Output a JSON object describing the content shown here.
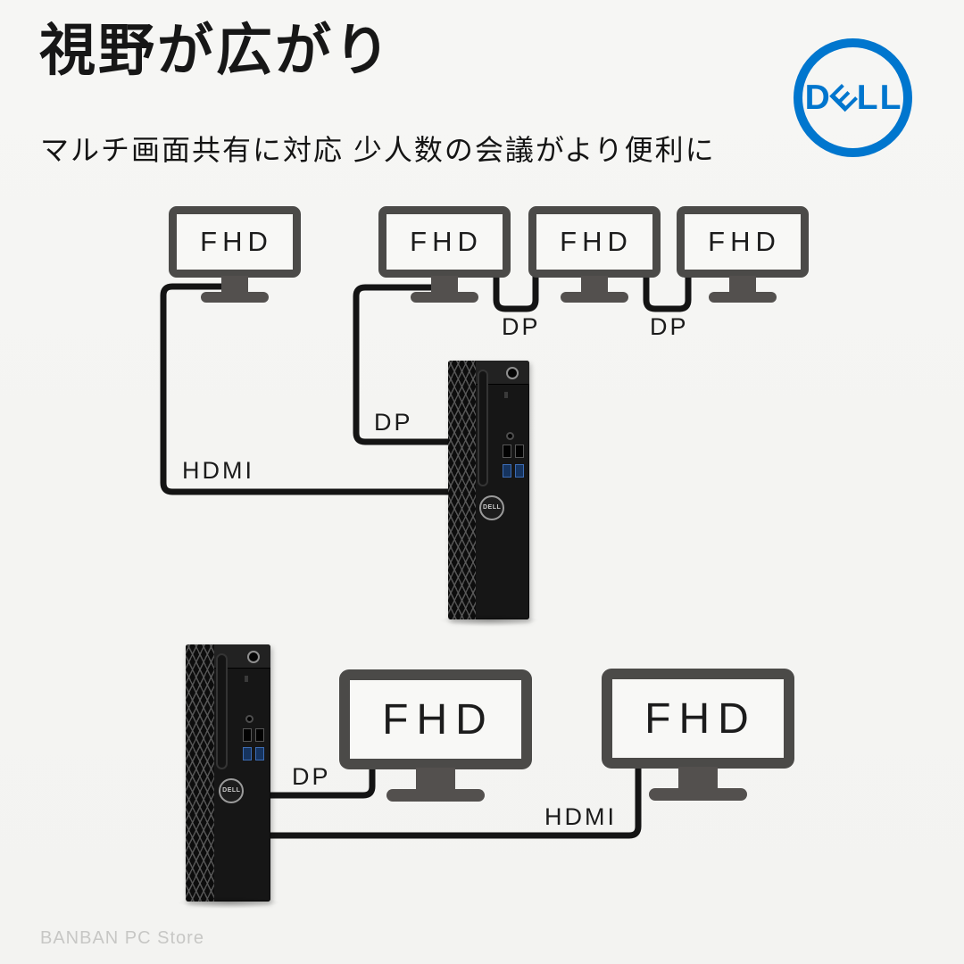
{
  "header": {
    "title": "視野が広がり",
    "subtitle": "マルチ画面共有に対応 少人数の会議がより便利に"
  },
  "brand": {
    "name": "Dell",
    "color": "#0076CE",
    "letters": [
      "D",
      "E",
      "L",
      "L"
    ]
  },
  "diagram_top": {
    "monitors": [
      {
        "label": "FHD"
      },
      {
        "label": "FHD"
      },
      {
        "label": "FHD"
      },
      {
        "label": "FHD"
      }
    ],
    "connections": [
      {
        "label": "HDMI"
      },
      {
        "label": "DP"
      },
      {
        "label": "DP"
      },
      {
        "label": "DP"
      }
    ]
  },
  "diagram_bottom": {
    "monitors": [
      {
        "label": "FHD"
      },
      {
        "label": "FHD"
      }
    ],
    "connections": [
      {
        "label": "DP"
      },
      {
        "label": "HDMI"
      }
    ]
  },
  "pc_badge": "DELL",
  "watermark": "BANBAN PC Store",
  "colors": {
    "dell_blue": "#0076CE",
    "monitor_bezel": "#4b4a48",
    "cable": "#141414",
    "background": "#f4f4f2"
  }
}
